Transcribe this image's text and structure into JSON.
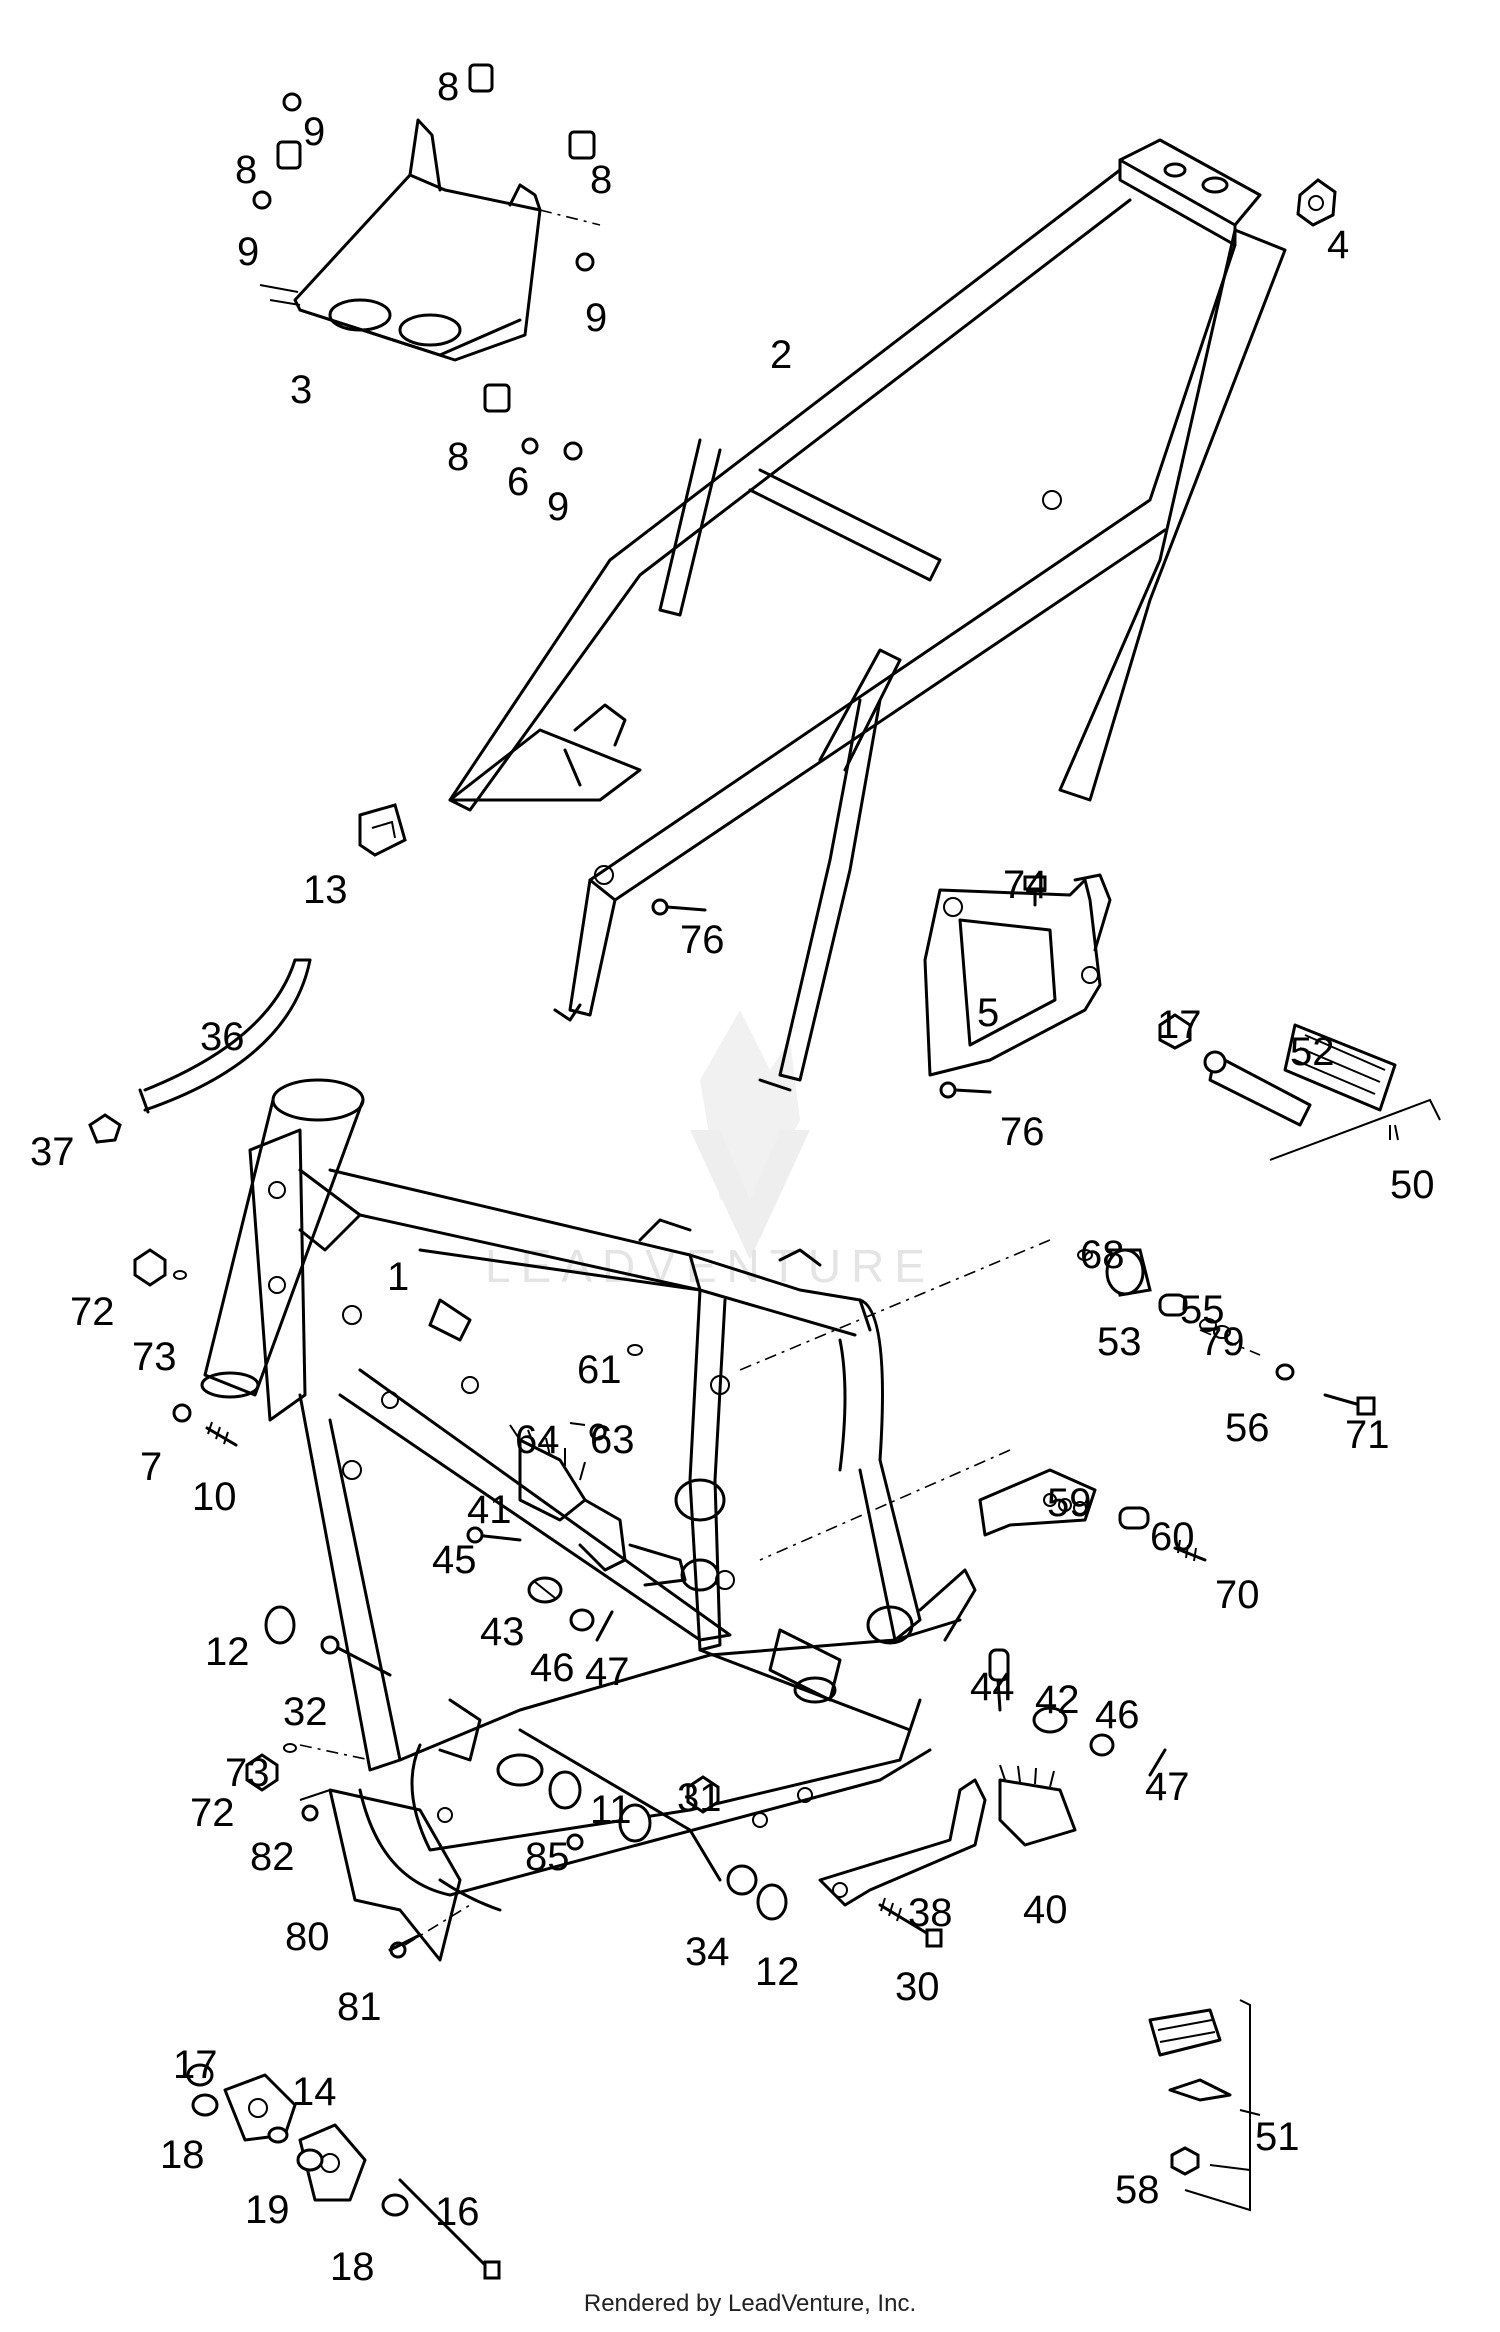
{
  "watermark": {
    "text": "LEADVENTURE",
    "icon": "leadventure-logo-icon"
  },
  "credit": "Rendered by LeadVenture, Inc.",
  "callouts": [
    {
      "num": "8"
    },
    {
      "num": "9"
    },
    {
      "num": "8"
    },
    {
      "num": "8"
    },
    {
      "num": "9"
    },
    {
      "num": "9"
    },
    {
      "num": "3"
    },
    {
      "num": "8"
    },
    {
      "num": "6"
    },
    {
      "num": "9"
    },
    {
      "num": "4"
    },
    {
      "num": "2"
    },
    {
      "num": "13"
    },
    {
      "num": "74"
    },
    {
      "num": "76"
    },
    {
      "num": "5"
    },
    {
      "num": "17"
    },
    {
      "num": "52"
    },
    {
      "num": "36"
    },
    {
      "num": "76"
    },
    {
      "num": "50"
    },
    {
      "num": "37"
    },
    {
      "num": "1"
    },
    {
      "num": "68"
    },
    {
      "num": "72"
    },
    {
      "num": "55"
    },
    {
      "num": "53"
    },
    {
      "num": "79"
    },
    {
      "num": "73"
    },
    {
      "num": "61"
    },
    {
      "num": "56"
    },
    {
      "num": "71"
    },
    {
      "num": "64"
    },
    {
      "num": "63"
    },
    {
      "num": "7"
    },
    {
      "num": "10"
    },
    {
      "num": "59"
    },
    {
      "num": "41"
    },
    {
      "num": "60"
    },
    {
      "num": "45"
    },
    {
      "num": "70"
    },
    {
      "num": "43"
    },
    {
      "num": "12"
    },
    {
      "num": "46"
    },
    {
      "num": "47"
    },
    {
      "num": "32"
    },
    {
      "num": "44"
    },
    {
      "num": "42"
    },
    {
      "num": "46"
    },
    {
      "num": "73"
    },
    {
      "num": "47"
    },
    {
      "num": "72"
    },
    {
      "num": "31"
    },
    {
      "num": "11"
    },
    {
      "num": "85"
    },
    {
      "num": "82"
    },
    {
      "num": "38"
    },
    {
      "num": "40"
    },
    {
      "num": "80"
    },
    {
      "num": "34"
    },
    {
      "num": "12"
    },
    {
      "num": "30"
    },
    {
      "num": "81"
    },
    {
      "num": "17"
    },
    {
      "num": "14"
    },
    {
      "num": "51"
    },
    {
      "num": "18"
    },
    {
      "num": "19"
    },
    {
      "num": "16"
    },
    {
      "num": "58"
    },
    {
      "num": "18"
    }
  ]
}
